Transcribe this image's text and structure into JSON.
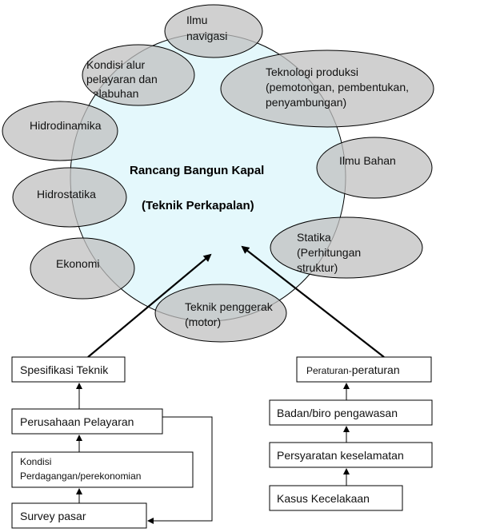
{
  "center": {
    "title": "Rancang Bangun Kapal",
    "subtitle": "(Teknik Perkapalan)"
  },
  "fields": {
    "ilmu_navigasi": [
      "Ilmu",
      "navigasi"
    ],
    "kondisi_alur": [
      "Kondisi alur",
      "pelayaran dan",
      "pelabuhan"
    ],
    "teknologi_produksi": [
      "Teknologi produksi",
      "(pemotongan, pembentukan,",
      "penyambungan)"
    ],
    "hidrodinamika": "Hidrodinamika",
    "ilmu_bahan": "Ilmu Bahan",
    "hidrostatika": "Hidrostatika",
    "statika": [
      "Statika",
      "(Perhitungan",
      "struktur)"
    ],
    "ekonomi": "Ekonomi",
    "teknik_penggerak": [
      "Teknik penggerak",
      "(motor)"
    ]
  },
  "left_chain": {
    "spesifikasi": "Spesifikasi Teknik",
    "perusahaan": "Perusahaan Pelayaran",
    "kondisi_perdagangan": [
      "Kondisi",
      "Perdagangan/perekonomian"
    ],
    "survey": "Survey pasar"
  },
  "right_chain": {
    "peraturan_prefix": "Peraturan-",
    "peraturan_suffix": "peraturan",
    "badan": "Badan/biro pengawasan",
    "persyaratan": "Persyaratan keselamatan",
    "kasus": "Kasus Kecelakaan"
  },
  "colors": {
    "center_fill": "#dff7fb",
    "oval_fill": "#c0c0c0",
    "line": "#000000"
  }
}
